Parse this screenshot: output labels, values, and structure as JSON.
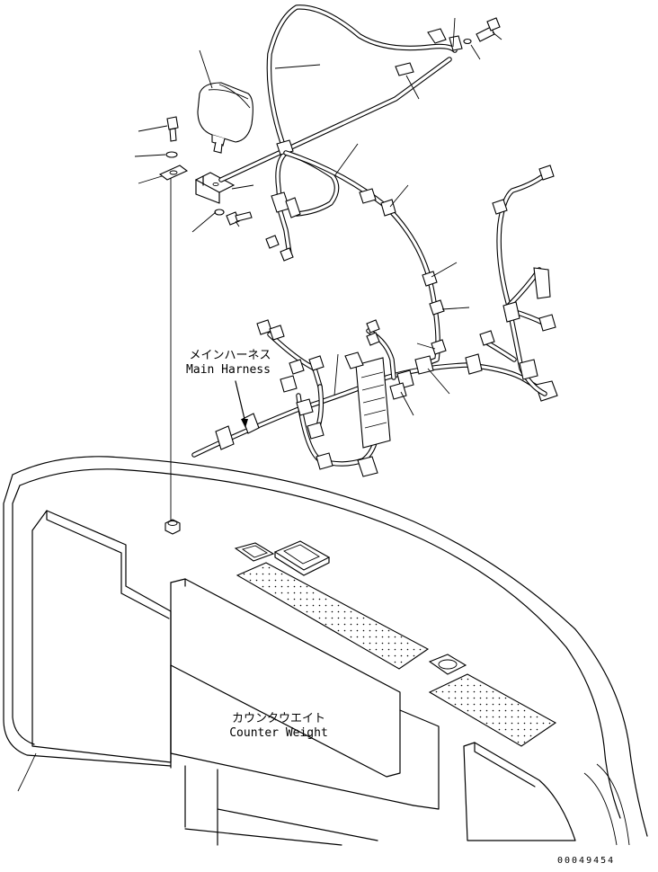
{
  "labels": {
    "main_harness_jp": "メインハーネス",
    "main_harness_en": "Main Harness",
    "counterweight_jp": "カウンタウエイト",
    "counterweight_en": "Counter Weight"
  },
  "figure_code": "00049454"
}
